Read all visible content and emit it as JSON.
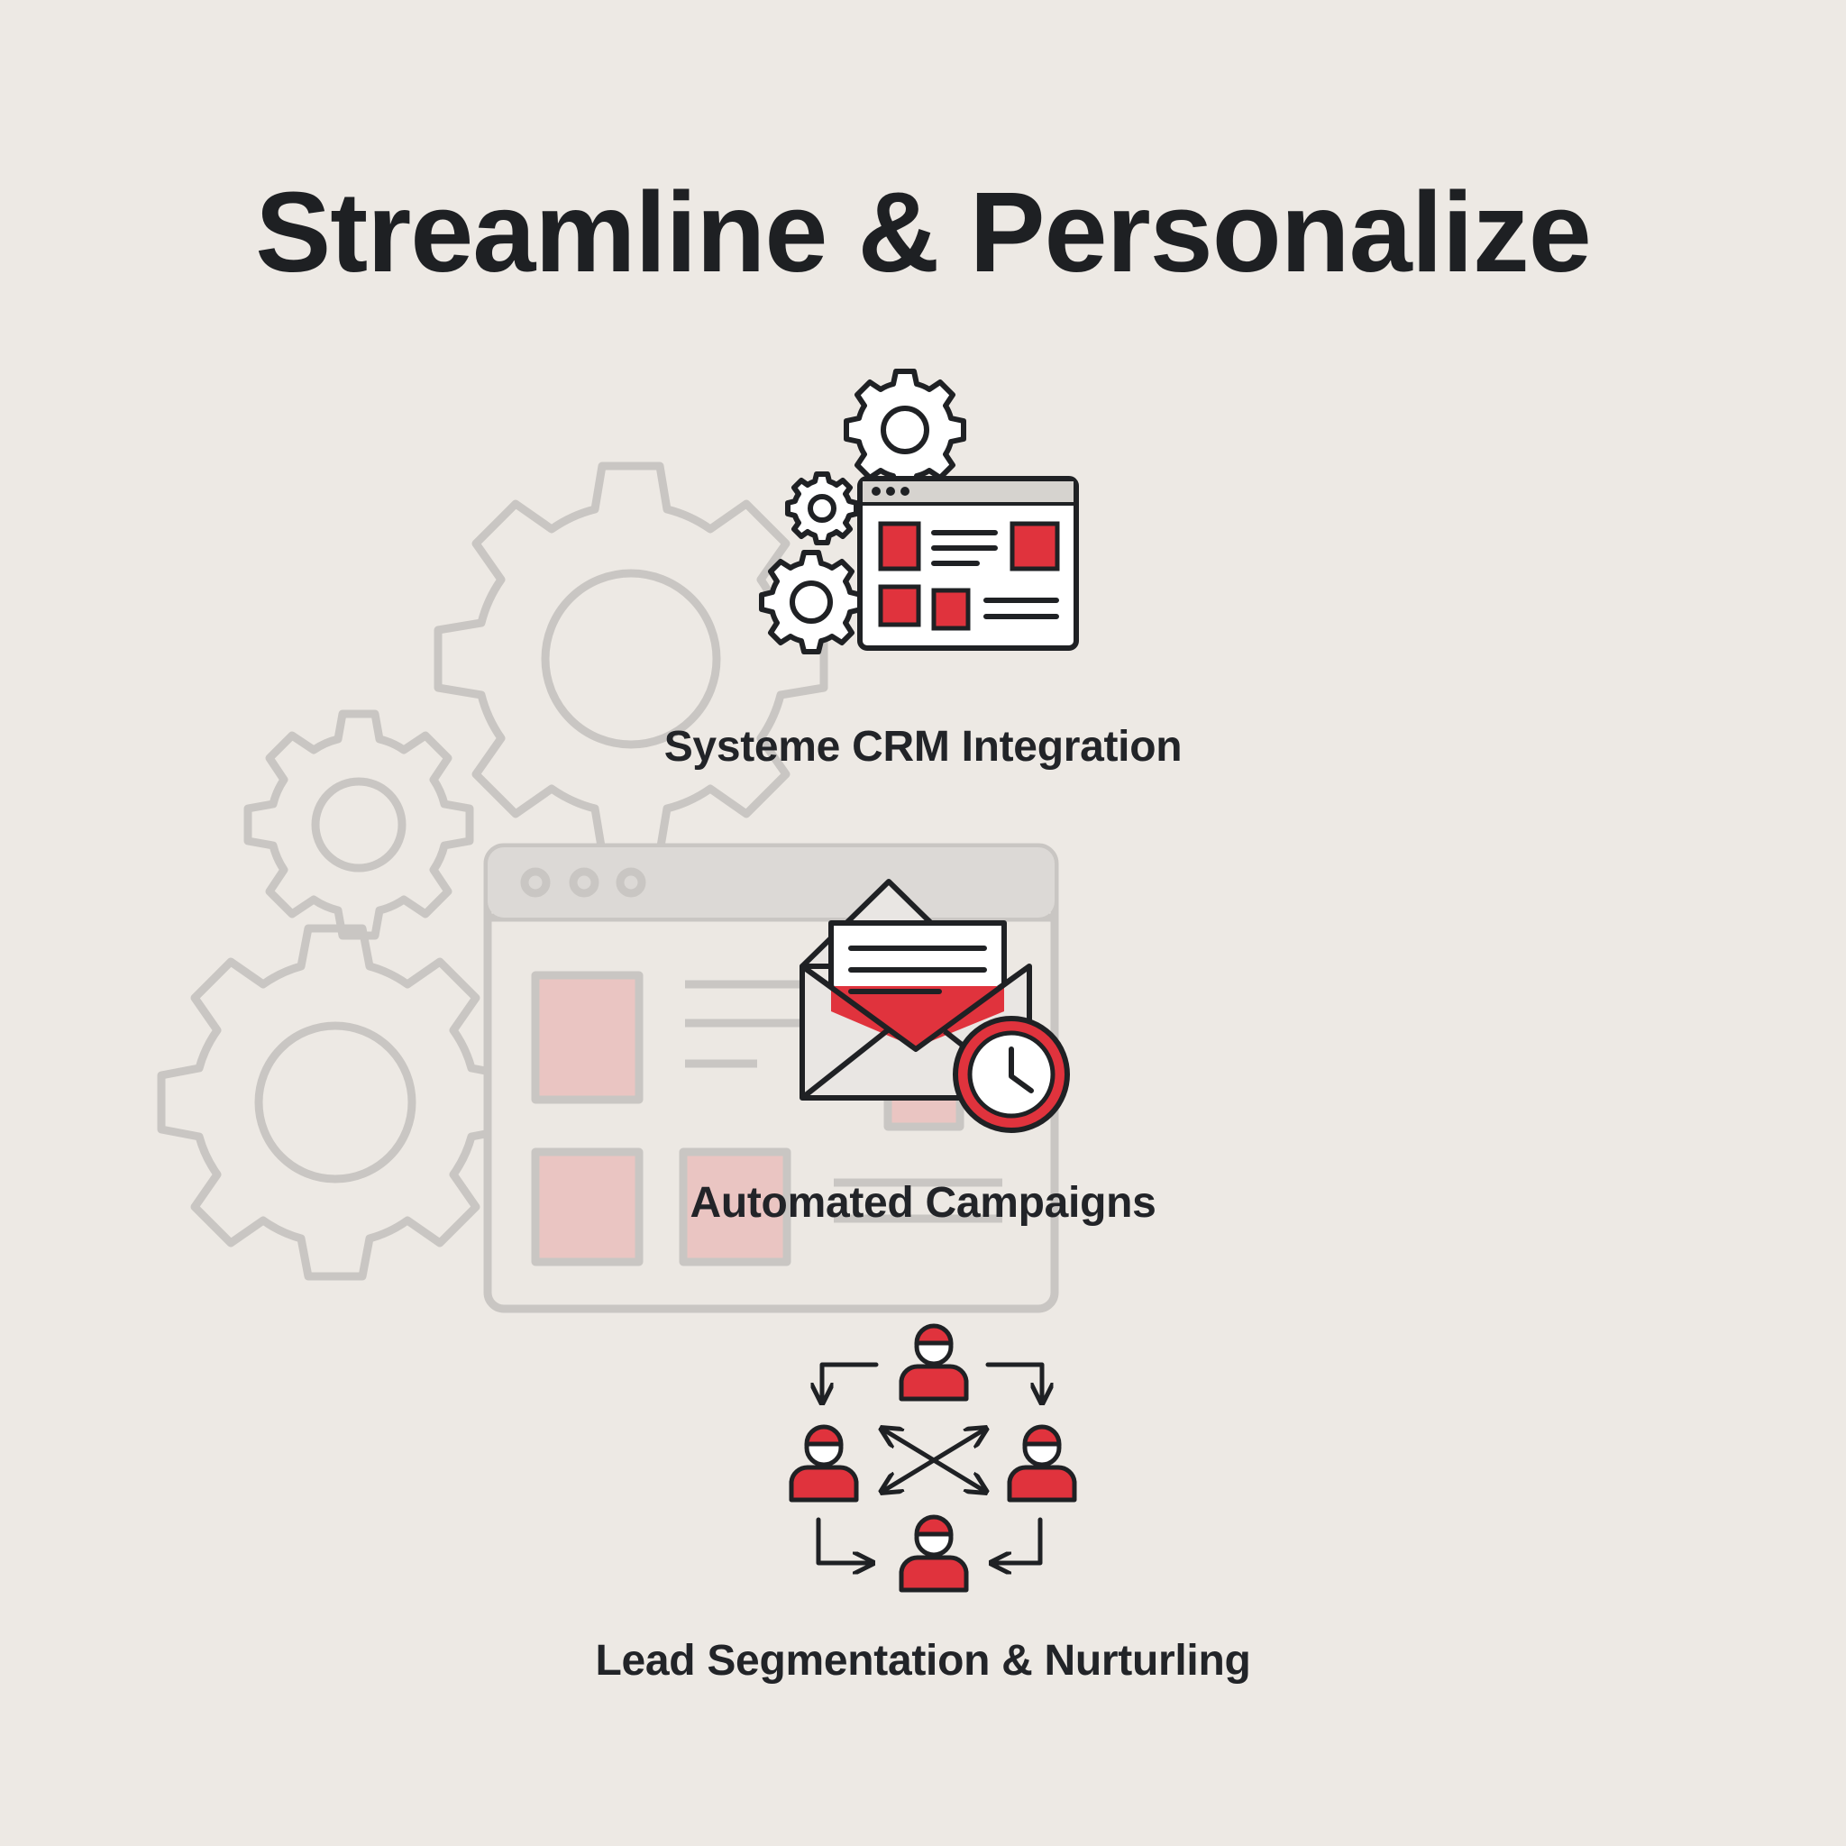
{
  "title": "Streamline & Personalize",
  "features": [
    {
      "label": "Systeme CRM Integration",
      "icon": "gears-dashboard-icon"
    },
    {
      "label": "Automated Campaigns",
      "icon": "envelope-clock-icon"
    },
    {
      "label": "Lead Segmentation & Nurturling",
      "icon": "people-network-icon"
    }
  ],
  "colors": {
    "background": "#ede9e4",
    "text": "#1e2023",
    "accent": "#d9313a",
    "faded": "#c9c6c2",
    "faded_red": "#e9b8b8"
  }
}
